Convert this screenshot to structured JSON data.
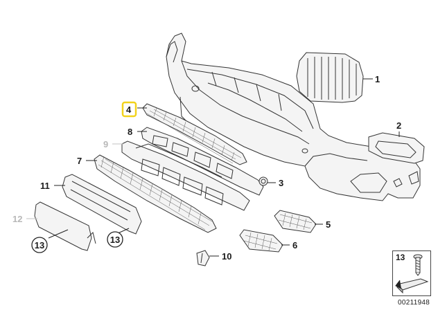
{
  "callouts": [
    {
      "id": "1",
      "label": "1",
      "muted": false,
      "highlighted": false
    },
    {
      "id": "2",
      "label": "2",
      "muted": false,
      "highlighted": false
    },
    {
      "id": "3",
      "label": "3",
      "muted": false,
      "highlighted": false
    },
    {
      "id": "4",
      "label": "4",
      "muted": false,
      "highlighted": true
    },
    {
      "id": "5",
      "label": "5",
      "muted": false,
      "highlighted": false
    },
    {
      "id": "6",
      "label": "6",
      "muted": false,
      "highlighted": false
    },
    {
      "id": "7",
      "label": "7",
      "muted": false,
      "highlighted": false
    },
    {
      "id": "8",
      "label": "8",
      "muted": false,
      "highlighted": false
    },
    {
      "id": "9",
      "label": "9",
      "muted": true,
      "highlighted": false
    },
    {
      "id": "10",
      "label": "10",
      "muted": false,
      "highlighted": false
    },
    {
      "id": "11",
      "label": "11",
      "muted": false,
      "highlighted": false
    },
    {
      "id": "12",
      "label": "12",
      "muted": true,
      "highlighted": false
    }
  ],
  "circled_callouts": [
    {
      "id": "13a",
      "label": "13"
    },
    {
      "id": "13b",
      "label": "13"
    }
  ],
  "legend": {
    "part_number": "13",
    "icon": "screw-icon",
    "arrow_icon": "arrow-icon"
  },
  "catalog_number": "00211948",
  "colors": {
    "highlight": "#f2d21b",
    "line": "#333333",
    "muted": "#b8b8b8"
  }
}
